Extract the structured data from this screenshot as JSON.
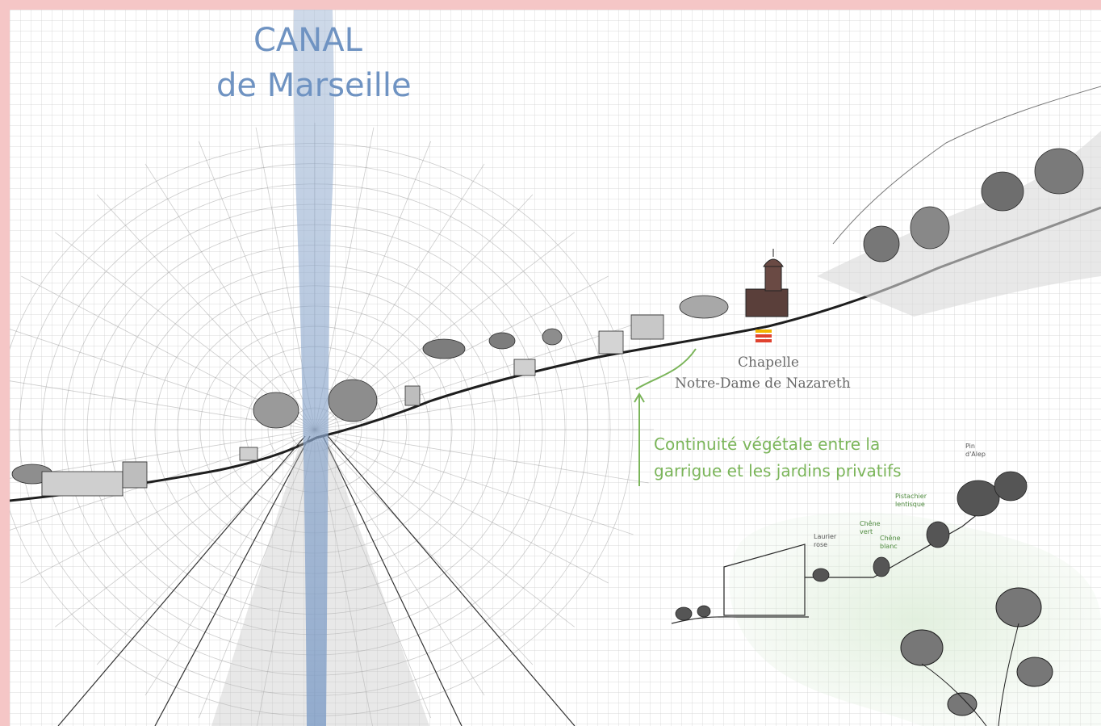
{
  "title": {
    "line1": "CANAL",
    "line2": "de Marseille"
  },
  "landmark": {
    "line1": "Chapelle",
    "line2": "Notre-Dame de Nazareth"
  },
  "annotation": {
    "line1": "Continuité végétale entre la",
    "line2": "garrigue et les jardins privatifs"
  },
  "plants": {
    "pin_line1": "Pin",
    "pin_line2": "d'Alep",
    "pistachier_line1": "Pistachier",
    "pistachier_line2": "lentisque",
    "chene_vert_line1": "Chêne",
    "chene_vert_line2": "vert",
    "chene_blanc_line1": "Chêne",
    "chene_blanc_line2": "blanc",
    "laurier_line1": "Laurier",
    "laurier_line2": "rose"
  },
  "colors": {
    "border": "#f5c6c6",
    "canal_blue": "#6f93c2",
    "annotation_green": "#7bb55a",
    "grid": "#c9c9c9"
  }
}
